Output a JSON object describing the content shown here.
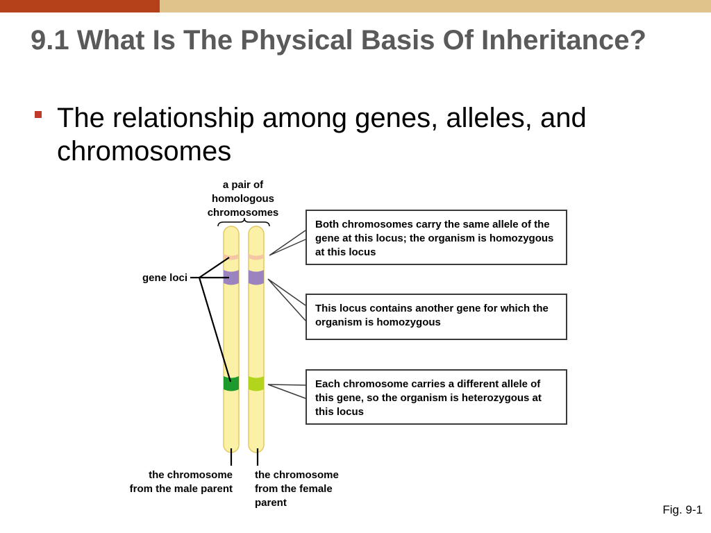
{
  "slide": {
    "title": "9.1 What Is The Physical Basis Of Inheritance?",
    "bullet": "The relationship among genes, alleles, and chromosomes",
    "figure_ref": "Fig. 9-1"
  },
  "diagram": {
    "label_pair": "a pair of homologous chromosomes",
    "label_gene_loci": "gene loci",
    "label_male": "the chromosome from the male parent",
    "label_female": "the chromosome from the female parent",
    "box_same_allele": "Both chromosomes carry the same allele of the gene at this locus; the organism is homozygous at this locus",
    "box_another_gene": "This locus contains another gene for which the organism is homozygous",
    "box_different_allele": "Each chromosome carries a different allele of this gene, so the organism is heterozygous at this locus"
  },
  "colors": {
    "accent_bar": "#b5411a",
    "top_bar": "#dfc38a",
    "chromosome_fill": "#fbf1a6",
    "chromosome_stroke": "#e3c866",
    "locus_pink": "#f5c6a4",
    "locus_purple": "#9a83bf",
    "locus_dark_green": "#1d9a2e",
    "locus_light_green": "#b3d41c"
  }
}
